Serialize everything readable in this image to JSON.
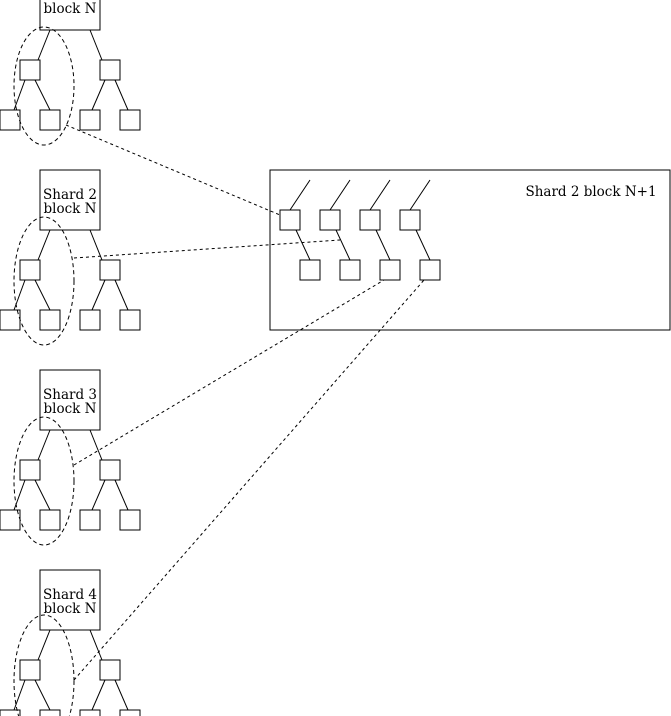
{
  "shards": [
    {
      "label_line1": "",
      "label_line2": "block N"
    },
    {
      "label_line1": "Shard 2",
      "label_line2": "block N"
    },
    {
      "label_line1": "Shard 3",
      "label_line2": "block N"
    },
    {
      "label_line1": "Shard 4",
      "label_line2": "block N"
    }
  ],
  "next_block": {
    "label": "Shard 2 block N+1"
  }
}
